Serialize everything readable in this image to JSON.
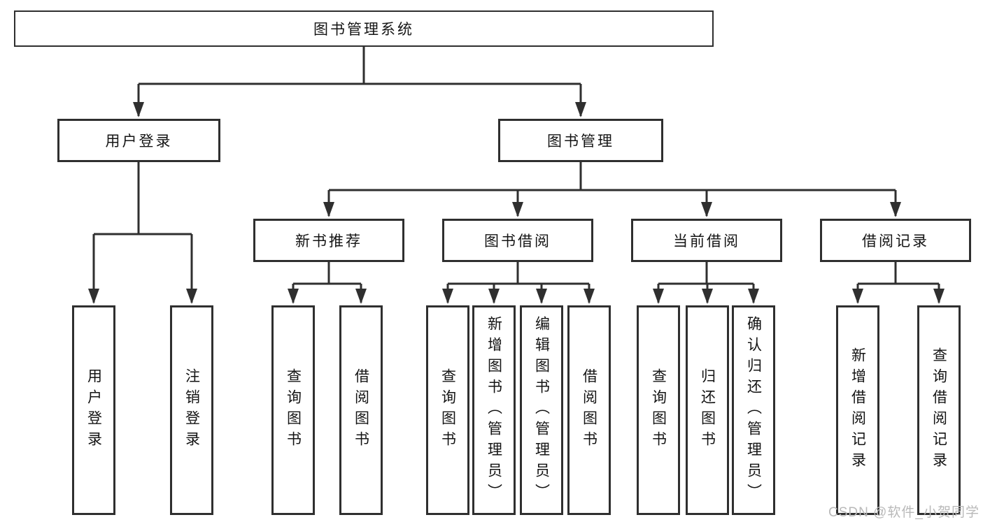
{
  "colors": {
    "line": "#2f2f2f",
    "text": "#141414",
    "watermark": "#b9b9b9",
    "background": "#ffffff"
  },
  "watermark": "CSDN @软件_小贺同学",
  "tree": {
    "root": {
      "label": "图书管理系统"
    },
    "branches": [
      {
        "label": "用户登录",
        "leaves": [
          {
            "label": "用户登录"
          },
          {
            "label": "注销登录"
          }
        ]
      },
      {
        "label": "图书管理",
        "groups": [
          {
            "label": "新书推荐",
            "leaves": [
              {
                "label": "查询图书"
              },
              {
                "label": "借阅图书"
              }
            ]
          },
          {
            "label": "图书借阅",
            "leaves": [
              {
                "label": "查询图书"
              },
              {
                "label": "新增图书（管理员）"
              },
              {
                "label": "编辑图书（管理员）"
              },
              {
                "label": "借阅图书"
              }
            ]
          },
          {
            "label": "当前借阅",
            "leaves": [
              {
                "label": "查询图书"
              },
              {
                "label": "归还图书"
              },
              {
                "label": "确认归还（管理员）"
              }
            ]
          },
          {
            "label": "借阅记录",
            "leaves": [
              {
                "label": "新增借阅记录"
              },
              {
                "label": "查询借阅记录"
              }
            ]
          }
        ]
      }
    ]
  }
}
